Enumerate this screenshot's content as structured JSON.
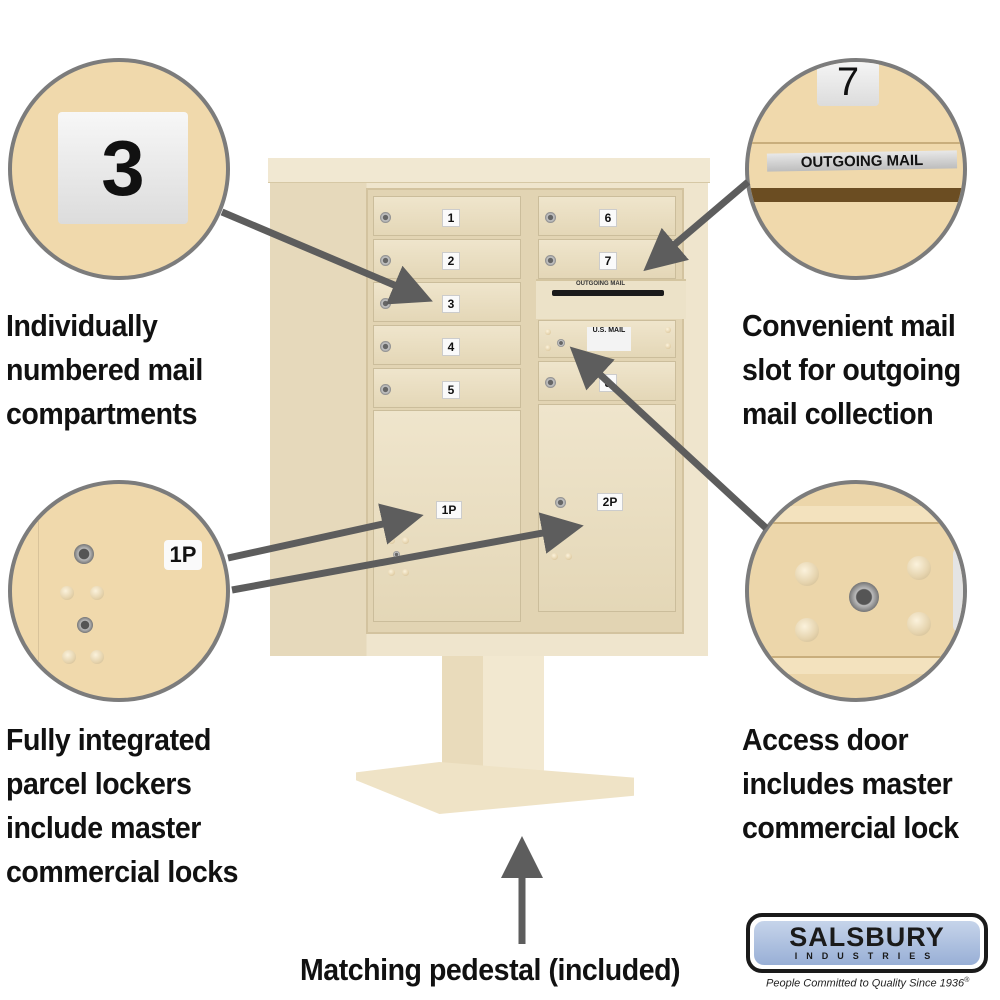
{
  "captions": {
    "compartments": "Individually\nnumbered mail\ncompartments",
    "outgoing": "Convenient mail\nslot for outgoing\nmail collection",
    "parcel": "Fully integrated\nparcel lockers\ninclude master\ncommercial locks",
    "access": "Access door\nincludes master\ncommercial lock",
    "pedestal": "Matching pedestal (included)"
  },
  "detail_circles": {
    "number_plate": "3",
    "outgoing_top_number": "7",
    "outgoing_label": "OUTGOING MAIL",
    "parcel_label": "1P"
  },
  "mailbox": {
    "left_doors": [
      "1",
      "2",
      "3",
      "4",
      "5"
    ],
    "right_doors": [
      "6",
      "7"
    ],
    "bottom_right_door": "8",
    "slot_label": "OUTGOING MAIL",
    "access_label": "U.S. MAIL",
    "parcel_doors": [
      "1P",
      "2P"
    ]
  },
  "logo": {
    "brand": "SALSBURY",
    "sub": "INDUSTRIES",
    "tagline": "People Committed to Quality Since 1936",
    "registered": "®"
  },
  "colors": {
    "sand": "#eadfc3",
    "arrow": "#5d5d5d",
    "circle_border": "#7c7c7c",
    "logo_blue": "#aabfe0"
  }
}
